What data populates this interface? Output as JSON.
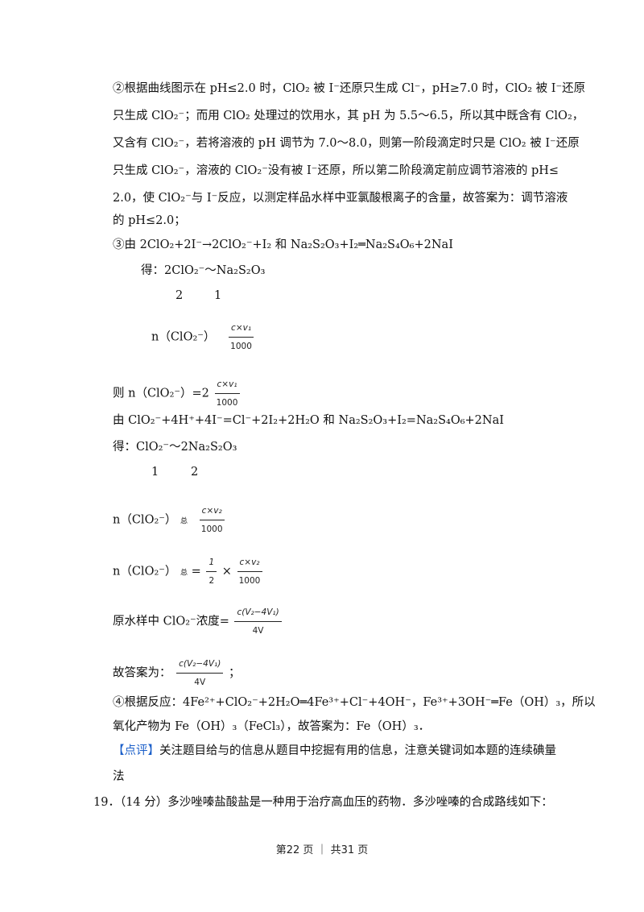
{
  "content": {
    "p2_l1": "②根据曲线图示在 pH≤2.0 时，ClO₂ 被 I⁻还原只生成 Cl⁻，pH≥7.0 时，ClO₂ 被 I⁻还原",
    "p2_l2": "只生成 ClO₂⁻；而用 ClO₂ 处理过的饮用水，其 pH 为 5.5～6.5，所以其中既含有 ClO₂，",
    "p2_l3": "又含有 ClO₂⁻，若将溶液的 pH 调节为 7.0～8.0，则第一阶段滴定时只是 ClO₂ 被 I⁻还原",
    "p2_l4": "只生成 ClO₂⁻，溶液的 ClO₂⁻没有被 I⁻还原，所以第二阶段滴定前应调节溶液的 pH≤",
    "p2_l5": "2.0，使 ClO₂⁻与 I⁻反应，以测定样品水样中亚氯酸根离子的含量，故答案为：调节溶液",
    "p2_l6": "的 pH≤2.0；",
    "p3_l1": "③由  2ClO₂+2I⁻→2ClO₂⁻+I₂ 和 Na₂S₂O₃+I₂═Na₂S₄O₆+2NaI",
    "p3_l2": "得：2ClO₂⁻～Na₂S₂O₃",
    "p3_ratio_a": "2",
    "p3_ratio_b": "1",
    "p3_n_label": "n（ClO₂⁻）",
    "frac_cv1_num": "c×v₁",
    "frac_cv1_den": "1000",
    "p3_ze": "则 n（ClO₂⁻）=2",
    "p3_l5": "由 ClO₂⁻+4H⁺+4I⁻=Cl⁻+2I₂+2H₂O  和 Na₂S₂O₃+I₂=Na₂S₄O₆+2NaI",
    "p3_l6": "得：ClO₂⁻～2Na₂S₂O₃",
    "p3_ratio_c": "1",
    "p3_ratio_d": "2",
    "p3_n_total": "n（ClO₂⁻）",
    "zong": "总",
    "frac_cv2_num": "c×v₂",
    "frac_cv2_den": "1000",
    "eq_half": "=",
    "half_num": "1",
    "half_den": "2",
    "times": "×",
    "conc_label": "原水样中 ClO₂⁻浓度=",
    "frac_conc_num": "c(V₂−4V₁)",
    "frac_conc_den": "4V",
    "answer_label": "故答案为：",
    "semicolon": "；",
    "p4_l1": "④根据反应：4Fe²⁺+ClO₂⁻+2H₂O═4Fe³⁺+Cl⁻+4OH⁻，Fe³⁺+3OH⁻═Fe（OH）₃，所以",
    "p4_l2": "氧化产物为 Fe（OH）₃（FeCl₃），故答案为：Fe（OH）₃．",
    "comment_tag": "【点评】",
    "comment_l1": "关注题目给与的信息从题目中挖掘有用的信息，注意关键词如本题的连续碘量",
    "comment_l2": "法",
    "q19": "19．（14 分）多沙唑嗪盐酸盐是一种用于治疗高血压的药物．多沙唑嗪的合成路线如下："
  },
  "footer": {
    "page": "第22 页 ｜ 共31 页"
  },
  "colors": {
    "comment_tag": "#1b5fc9",
    "text": "#111111"
  }
}
